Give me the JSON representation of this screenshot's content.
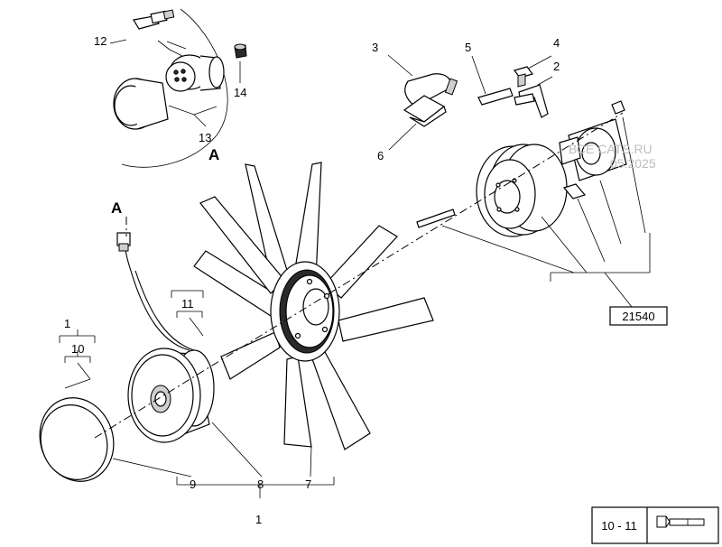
{
  "callouts": {
    "c1_bottom": "1",
    "c1_left": "1",
    "c2": "2",
    "c3": "3",
    "c4": "4",
    "c5": "5",
    "c6": "6",
    "c7": "7",
    "c8": "8",
    "c9": "9",
    "c10": "10",
    "c11": "11",
    "c12": "12",
    "c13": "13",
    "c14": "14",
    "detail_a_top": "A",
    "detail_a_bottom": "A"
  },
  "ref_box": {
    "label": "21540"
  },
  "page_box": {
    "label": "10 - 11"
  },
  "watermark": {
    "line1": "ВСЕ CATS.RU",
    "line2": "05.2025"
  },
  "icons": {
    "page_box_icon": "bolt-icon"
  }
}
